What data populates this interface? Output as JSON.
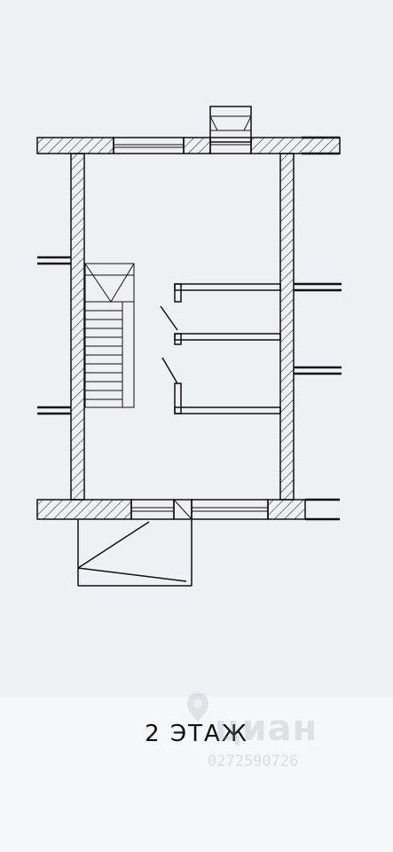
{
  "plan": {
    "floor_label": "2 ЭТАЖ"
  },
  "watermark": {
    "brand": "циан",
    "listing_id": "0272590726"
  },
  "colors": {
    "background": "#eef0f3",
    "line": "#111111"
  }
}
